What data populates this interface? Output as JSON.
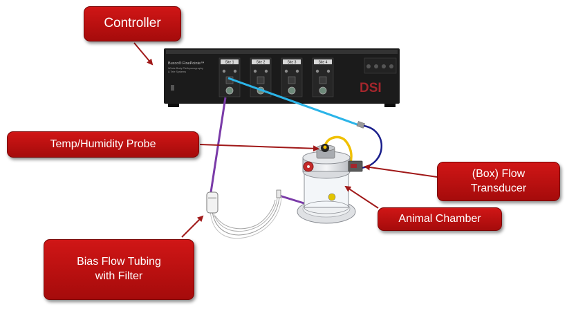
{
  "callouts": {
    "controller": "Controller",
    "temp_probe": "Temp/Humidity Probe",
    "box_flow": [
      "(Box) Flow",
      "Transducer"
    ],
    "animal_chamber": "Animal Chamber",
    "bias_flow": [
      "Bias Flow Tubing",
      "with Filter"
    ]
  },
  "device": {
    "brand_line1": "Buxco® FinePointe™",
    "brand_line2": "Whole Body Plethysmography",
    "brand_line3": "& Tele Systems",
    "sites": [
      "Site 1",
      "Site 2",
      "Site 3",
      "Site 4"
    ],
    "logo": "DSI"
  },
  "colors": {
    "callout": "#c01010",
    "arrow": "#a01818",
    "controller_body": "#1b1b1b",
    "probe_cable": "#2bb4e8",
    "bias_tube": "#7a3aa8",
    "flow_cable": "#1a1f8c",
    "probe_tube": "#f0c000"
  }
}
